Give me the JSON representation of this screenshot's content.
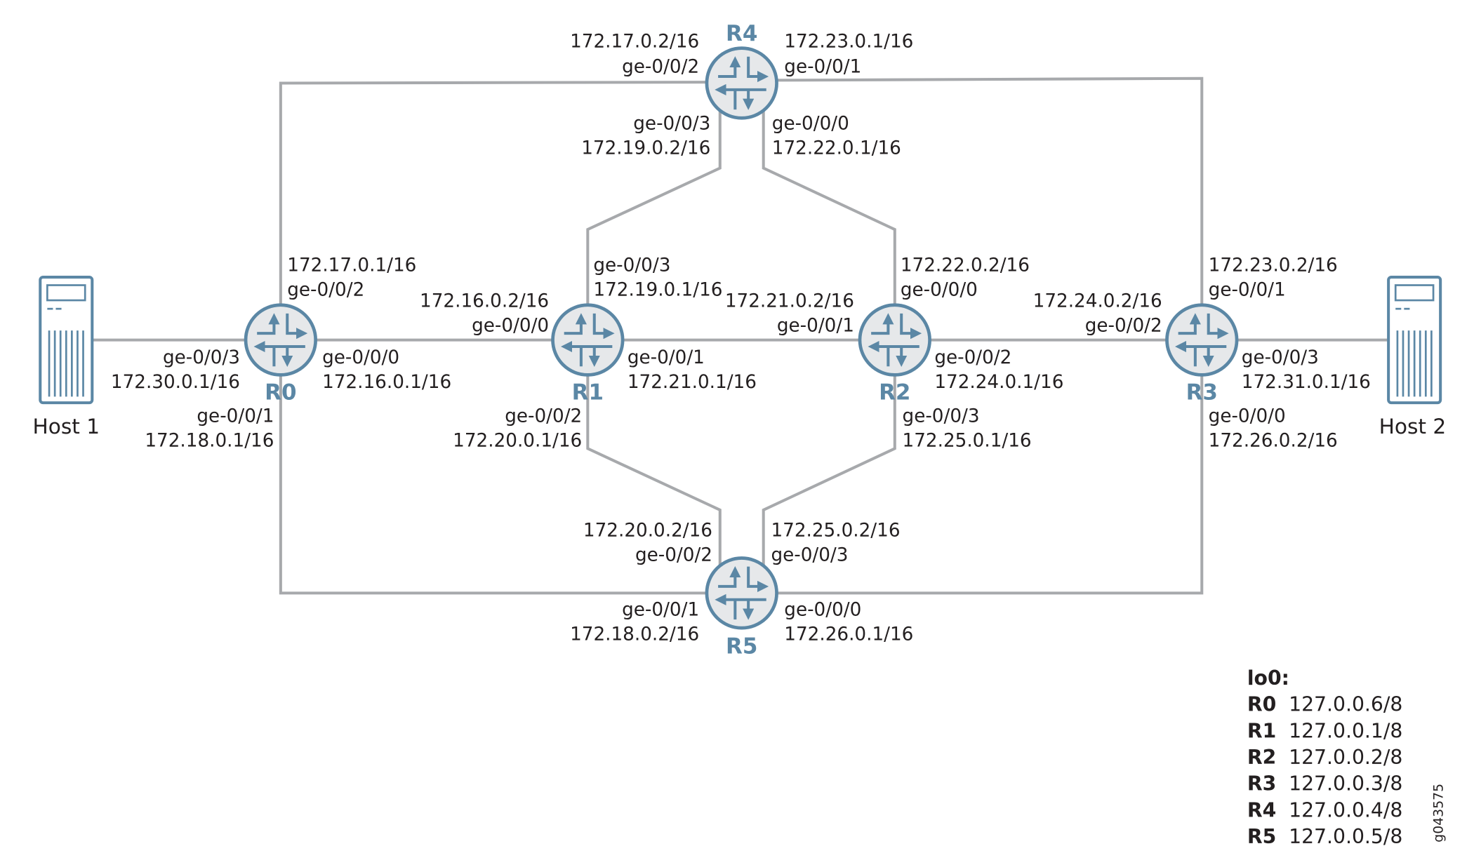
{
  "colors": {
    "router_stroke": "#5b87a5",
    "router_fill": "#e6e8ea",
    "link": "#a7a9ac",
    "text": "#231f20"
  },
  "routers": {
    "r0": "R0",
    "r1": "R1",
    "r2": "R2",
    "r3": "R3",
    "r4": "R4",
    "r5": "R5"
  },
  "hosts": {
    "h1": "Host 1",
    "h2": "Host 2"
  },
  "labels": {
    "r4_l": [
      "172.17.0.2/16",
      "ge-0/0/2"
    ],
    "r4_r": [
      "172.23.0.1/16",
      "ge-0/0/1"
    ],
    "r4_bl": [
      "ge-0/0/3",
      "172.19.0.2/16"
    ],
    "r4_br": [
      "ge-0/0/0",
      "172.22.0.1/16"
    ],
    "r0_u": [
      "172.17.0.1/16",
      "ge-0/0/2"
    ],
    "r0_l": [
      "ge-0/0/3",
      "172.30.0.1/16"
    ],
    "r0_r": [
      "ge-0/0/0",
      "172.16.0.1/16"
    ],
    "r0_d": [
      "ge-0/0/1",
      "172.18.0.1/16"
    ],
    "r1_l": [
      "172.16.0.2/16",
      "ge-0/0/0"
    ],
    "r1_u": [
      "ge-0/0/3",
      "172.19.0.1/16"
    ],
    "r1_r": [
      "ge-0/0/1",
      "172.21.0.1/16"
    ],
    "r1_d": [
      "ge-0/0/2",
      "172.20.0.1/16"
    ],
    "r2_l": [
      "172.21.0.2/16",
      "ge-0/0/1"
    ],
    "r2_u": [
      "172.22.0.2/16",
      "ge-0/0/0"
    ],
    "r2_r": [
      "ge-0/0/2",
      "172.24.0.1/16"
    ],
    "r2_d": [
      "ge-0/0/3",
      "172.25.0.1/16"
    ],
    "r3_l": [
      "172.24.0.2/16",
      "ge-0/0/2"
    ],
    "r3_u": [
      "172.23.0.2/16",
      "ge-0/0/1"
    ],
    "r3_r": [
      "ge-0/0/3",
      "172.31.0.1/16"
    ],
    "r3_d": [
      "ge-0/0/0",
      "172.26.0.2/16"
    ],
    "r5_ul": [
      "172.20.0.2/16",
      "ge-0/0/2"
    ],
    "r5_ur": [
      "172.25.0.2/16",
      "ge-0/0/3"
    ],
    "r5_dl": [
      "ge-0/0/1",
      "172.18.0.2/16"
    ],
    "r5_dr": [
      "ge-0/0/0",
      "172.26.0.1/16"
    ]
  },
  "loopback": {
    "title": "lo0:",
    "entries": [
      {
        "router": "R0",
        "address": "127.0.0.6/8"
      },
      {
        "router": "R1",
        "address": "127.0.0.1/8"
      },
      {
        "router": "R2",
        "address": "127.0.0.2/8"
      },
      {
        "router": "R3",
        "address": "127.0.0.3/8"
      },
      {
        "router": "R4",
        "address": "127.0.0.4/8"
      },
      {
        "router": "R5",
        "address": "127.0.0.5/8"
      }
    ]
  },
  "figure_id": "g043575"
}
